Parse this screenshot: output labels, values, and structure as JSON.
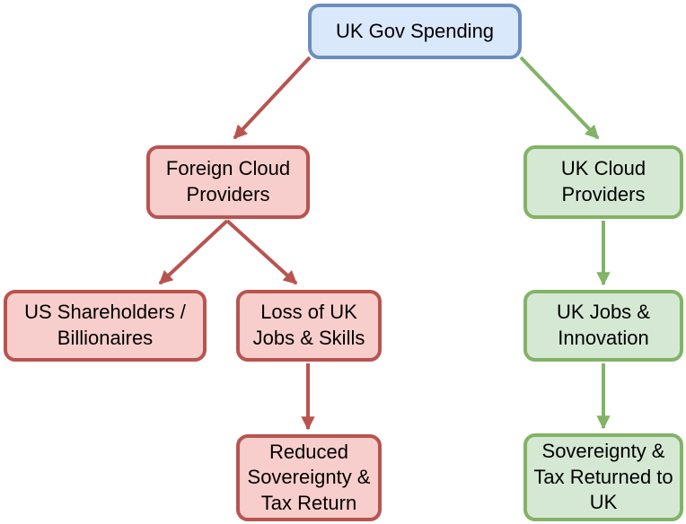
{
  "diagram": {
    "type": "flowchart",
    "background": "#ffffff",
    "text_color": "#000000",
    "palette": {
      "blue_fill": "#dae8fc",
      "blue_stroke": "#6c8ebf",
      "red_fill": "#f8cecc",
      "red_stroke": "#b85450",
      "green_fill": "#d5e8d4",
      "green_stroke": "#82b366"
    },
    "nodes": {
      "uk_gov_spending": {
        "label": "UK Gov Spending",
        "color": "blue"
      },
      "foreign_cloud_providers": {
        "label": "Foreign Cloud\nProviders",
        "color": "red"
      },
      "us_shareholders": {
        "label": "US Shareholders /\nBillionaires",
        "color": "red"
      },
      "loss_of_uk_jobs": {
        "label": "Loss of UK\nJobs & Skills",
        "color": "red"
      },
      "reduced_sovereignty": {
        "label": "Reduced\nSovereignty &\nTax Return",
        "color": "red"
      },
      "uk_cloud_providers": {
        "label": "UK Cloud\nProviders",
        "color": "green"
      },
      "uk_jobs_innovation": {
        "label": "UK Jobs &\nInnovation",
        "color": "green"
      },
      "sovereignty_tax_returned": {
        "label": "Sovereignty &\nTax Returned to\nUK",
        "color": "green"
      }
    },
    "edges": [
      {
        "from": "uk_gov_spending",
        "to": "foreign_cloud_providers",
        "color": "#b85450"
      },
      {
        "from": "uk_gov_spending",
        "to": "uk_cloud_providers",
        "color": "#82b366"
      },
      {
        "from": "foreign_cloud_providers",
        "to": "us_shareholders",
        "color": "#b85450"
      },
      {
        "from": "foreign_cloud_providers",
        "to": "loss_of_uk_jobs",
        "color": "#b85450"
      },
      {
        "from": "loss_of_uk_jobs",
        "to": "reduced_sovereignty",
        "color": "#b85450"
      },
      {
        "from": "uk_cloud_providers",
        "to": "uk_jobs_innovation",
        "color": "#82b366"
      },
      {
        "from": "uk_jobs_innovation",
        "to": "sovereignty_tax_returned",
        "color": "#82b366"
      }
    ]
  }
}
